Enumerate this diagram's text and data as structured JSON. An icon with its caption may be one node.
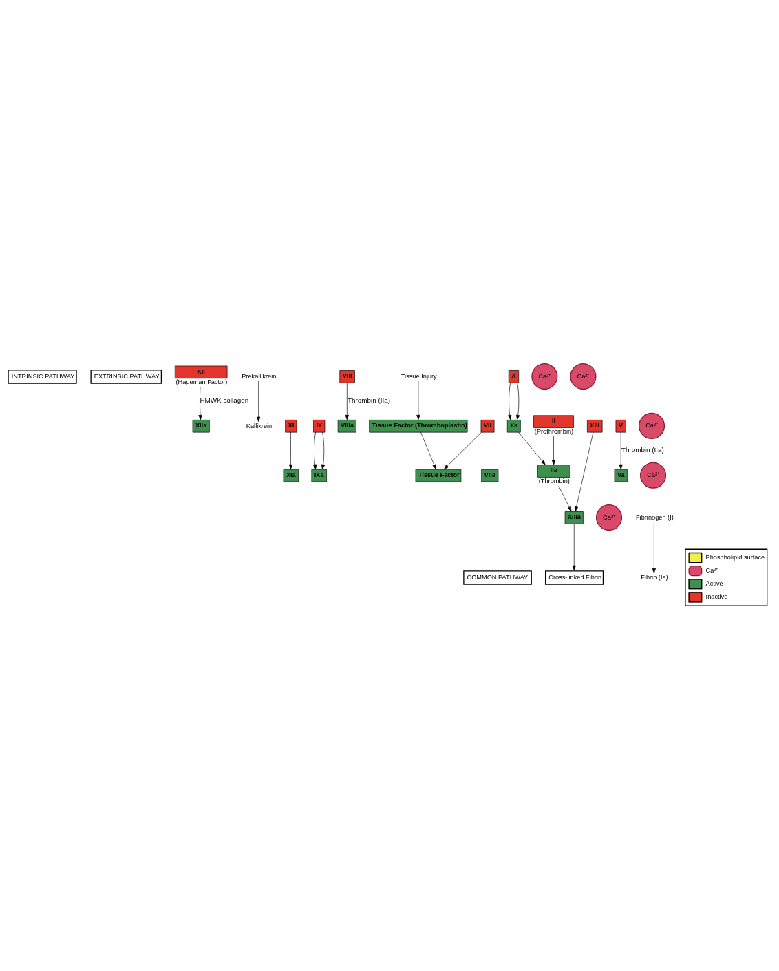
{
  "diagram": {
    "nodes": [
      {
        "text": [
          "INTRINSIC PATHWAY"
        ]
      },
      {
        "text": [
          "EXTRINSIC PATHWAY"
        ]
      },
      {
        "text": [
          "COMMON PATHWAY"
        ]
      },
      {
        "text": [
          "XII"
        ],
        "beside": [
          "(Hageman Factor)"
        ]
      },
      {
        "text": [
          "Kallikrein"
        ]
      },
      {
        "text": [
          "Prekallikrein"
        ]
      },
      {
        "text": [
          "XIIa"
        ]
      },
      {
        "text": [
          "XI"
        ]
      },
      {
        "text": [
          "XIa"
        ]
      },
      {
        "text": [
          "IX"
        ]
      },
      {
        "text": [
          "IXa"
        ]
      },
      {
        "text": [
          "VIII"
        ]
      },
      {
        "text": [
          "VIIIa"
        ]
      },
      {
        "text": [
          "Tissue Injury"
        ]
      },
      {
        "text": [
          "Tissue Factor (Thromboplastin)"
        ]
      },
      {
        "text": [
          "VII"
        ]
      },
      {
        "text": [
          "Tissue Factor"
        ]
      },
      {
        "text": [
          "VIIa"
        ]
      },
      {
        "text": [
          "X"
        ]
      },
      {
        "text": [
          "Ca²⁺"
        ]
      },
      {
        "text": [
          "Ca²⁺"
        ]
      },
      {
        "text": [
          "Xa"
        ]
      },
      {
        "text": [
          "V"
        ]
      },
      {
        "text": [
          "Va"
        ]
      },
      {
        "text": [
          "Ca²⁺"
        ]
      },
      {
        "text": [
          "XIII"
        ]
      },
      {
        "text": [
          "Ca²⁺"
        ]
      },
      {
        "text": [
          "II"
        ],
        "beside": [
          "(Prothrombin)"
        ]
      },
      {
        "text": [
          "IIa"
        ],
        "beside": [
          "(Thrombin)"
        ]
      },
      {
        "text": [
          "XIIIa"
        ]
      },
      {
        "text": [
          "Ca²⁺"
        ]
      },
      {
        "text": [
          "Fibrinogen (I)"
        ]
      },
      {
        "text": [
          "Fibrin (Ia)"
        ]
      },
      {
        "text": [
          "Cross-linked Fibrin"
        ]
      }
    ],
    "edges": [
      {
        "from": 3,
        "to": 6,
        "arrow": "to",
        "label": "HMWK collagen"
      },
      {
        "from": 5,
        "to": 4,
        "arrow": "to"
      },
      {
        "from": 7,
        "to": 8,
        "arrow": "to"
      },
      {
        "from": 9,
        "to": 10,
        "arrow": "to"
      },
      {
        "from": 9,
        "to": 10,
        "arrow": "to"
      },
      {
        "from": 11,
        "to": 12,
        "arrow": "to",
        "label": "Thrombin (IIa)"
      },
      {
        "from": 13,
        "to": 14,
        "arrow": "to"
      },
      {
        "from": 14,
        "to": 16,
        "arrow": "to"
      },
      {
        "from": 15,
        "to": 16,
        "arrow": "to"
      },
      {
        "from": 18,
        "to": 21,
        "arrow": "to"
      },
      {
        "from": 18,
        "to": 21,
        "arrow": "to"
      },
      {
        "from": 22,
        "to": 23,
        "arrow": "to",
        "label": "Thrombin (IIa)"
      },
      {
        "from": 21,
        "to": 28,
        "arrow": "to"
      },
      {
        "from": 27,
        "to": 28,
        "arrow": "to"
      },
      {
        "from": 25,
        "to": 29,
        "arrow": "to"
      },
      {
        "from": 28,
        "to": 29,
        "arrow": "to"
      },
      {
        "from": 31,
        "to": 32,
        "arrow": "to"
      },
      {
        "from": 29,
        "to": 33,
        "arrow": "to"
      }
    ],
    "legend": [
      {
        "text": "Phospholipid surface",
        "color": "#f2ee4a"
      },
      {
        "text": "Ca²⁺"
      },
      {
        "text": "Active",
        "color": "#3f8f4f"
      },
      {
        "text": "Inactive",
        "color": "#e2352c"
      }
    ]
  }
}
